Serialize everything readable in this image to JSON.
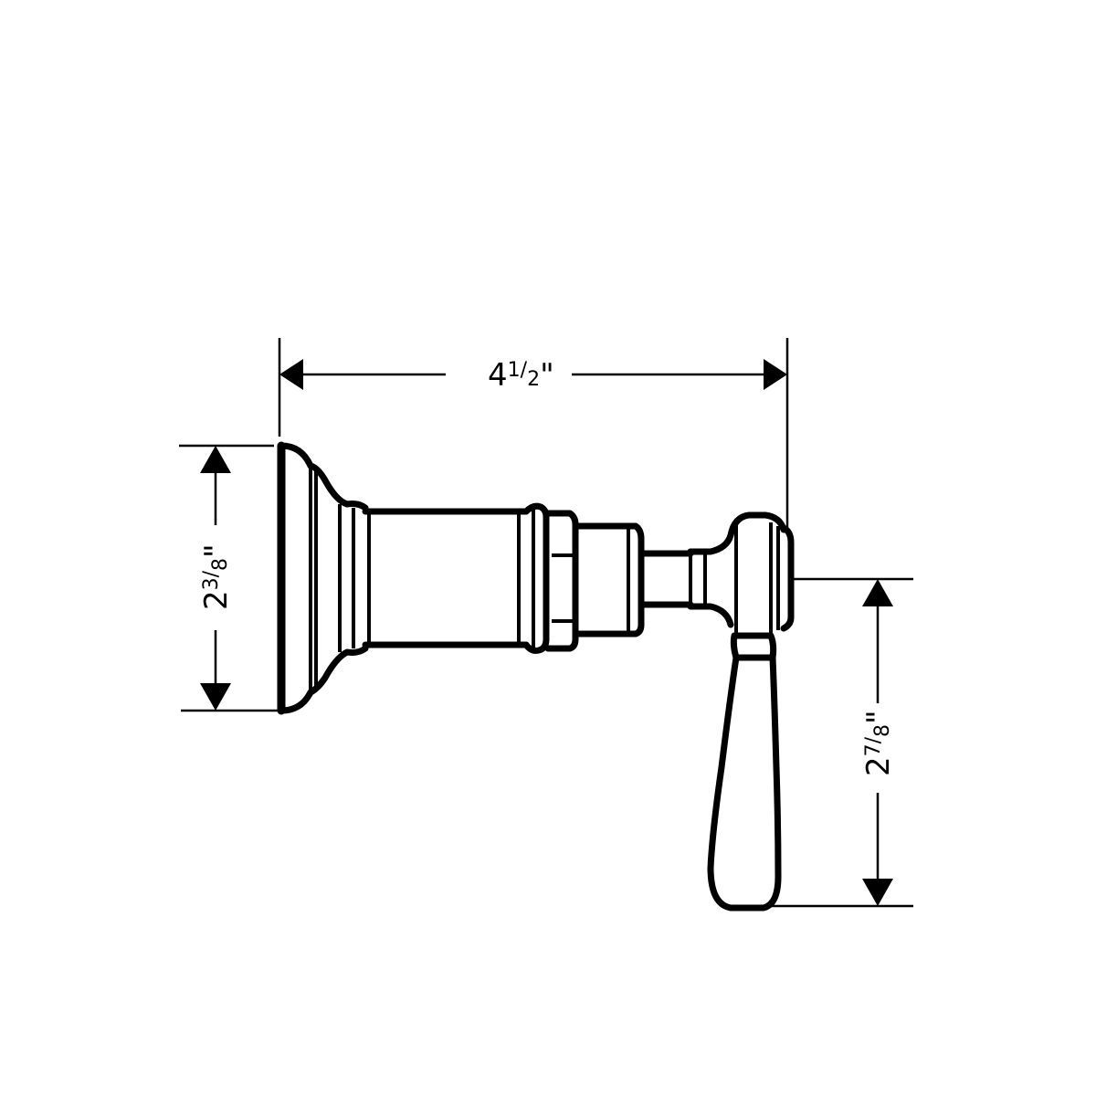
{
  "diagram": {
    "type": "technical-drawing",
    "subject": "wall-mounted valve trim with lever handle (side view)",
    "line_color": "#000000",
    "background_color": "#ffffff"
  },
  "dimensions": {
    "overall_depth": {
      "label": "4½\"",
      "whole": "4",
      "fraction_num": "1",
      "fraction_den": "2",
      "unit": "\"",
      "orientation": "horizontal"
    },
    "escutcheon_height": {
      "label": "2⅜\"",
      "whole": "2",
      "fraction_num": "3",
      "fraction_den": "8",
      "unit": "\"",
      "orientation": "vertical"
    },
    "handle_drop": {
      "label": "2⅞\"",
      "whole": "2",
      "fraction_num": "7",
      "fraction_den": "8",
      "unit": "\"",
      "orientation": "vertical"
    }
  }
}
